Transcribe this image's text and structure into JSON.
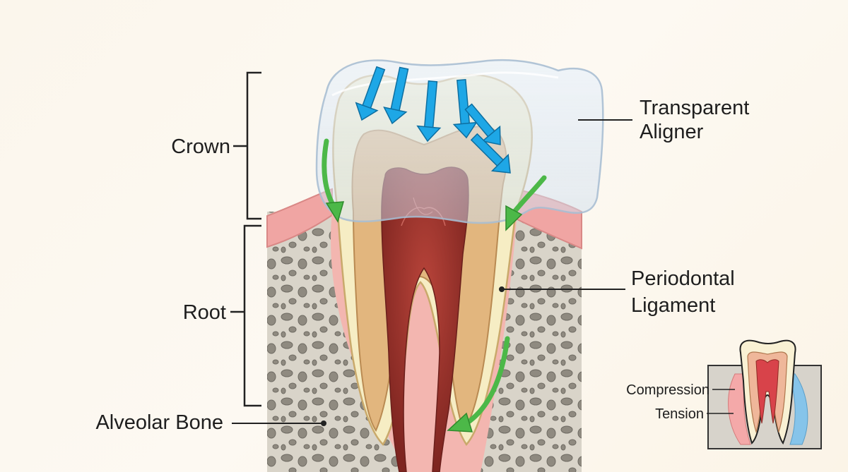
{
  "labels": {
    "crown": "Crown",
    "root": "Root",
    "alveolar_bone": "Alveolar Bone",
    "aligner_line1": "Transparent",
    "aligner_line2": "Aligner",
    "pdl_line1": "Periodontal",
    "pdl_line2": "Ligament"
  },
  "inset": {
    "compression": "Compression",
    "tension": "Tension"
  },
  "icons": {
    "force_arrow": "blue-force-arrow",
    "movement_arrow": "green-movement-arrow"
  },
  "colors": {
    "force_arrow": "#1ea7e6",
    "movement_arrow": "#4cb848",
    "bone": "#d9d4c9",
    "bone_pore": "#8f8a80",
    "gum": "#f0a5a3",
    "enamel": "#f6edc4",
    "dentin": "#e2b67e",
    "pulp": "#8e2a24",
    "compression_zone": "#f4a9a9",
    "tension_zone": "#86c4ea"
  }
}
